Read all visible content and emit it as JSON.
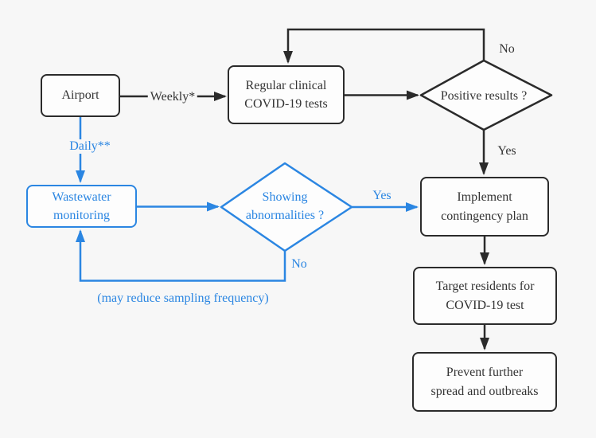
{
  "colors": {
    "background": "#f7f7f7",
    "line_black": "#2b2b2b",
    "line_blue": "#2b86e2",
    "box_fill": "#fdfdfd",
    "text_dark": "#333333"
  },
  "nodes": {
    "airport": {
      "label": "Airport"
    },
    "clinical_tests": {
      "lines": [
        "Regular clinical",
        "COVID-19 tests"
      ]
    },
    "positive_results": {
      "label": "Positive results ?"
    },
    "wastewater_monitoring": {
      "lines": [
        "Wastewater",
        "monitoring"
      ]
    },
    "showing_abnormalities": {
      "lines": [
        "Showing",
        "abnormalities ?"
      ]
    },
    "implement_plan": {
      "lines": [
        "Implement",
        "contingency plan"
      ]
    },
    "target_residents": {
      "lines": [
        "Target residents for",
        "COVID-19 test"
      ]
    },
    "prevent_spread": {
      "lines": [
        "Prevent further",
        "spread and outbreaks"
      ]
    }
  },
  "edge_labels": {
    "weekly": "Weekly*",
    "daily": "Daily**",
    "positive_no": "No",
    "positive_yes": "Yes",
    "abnormal_yes": "Yes",
    "abnormal_no": "No",
    "sampling_note": "(may reduce sampling frequency)"
  }
}
